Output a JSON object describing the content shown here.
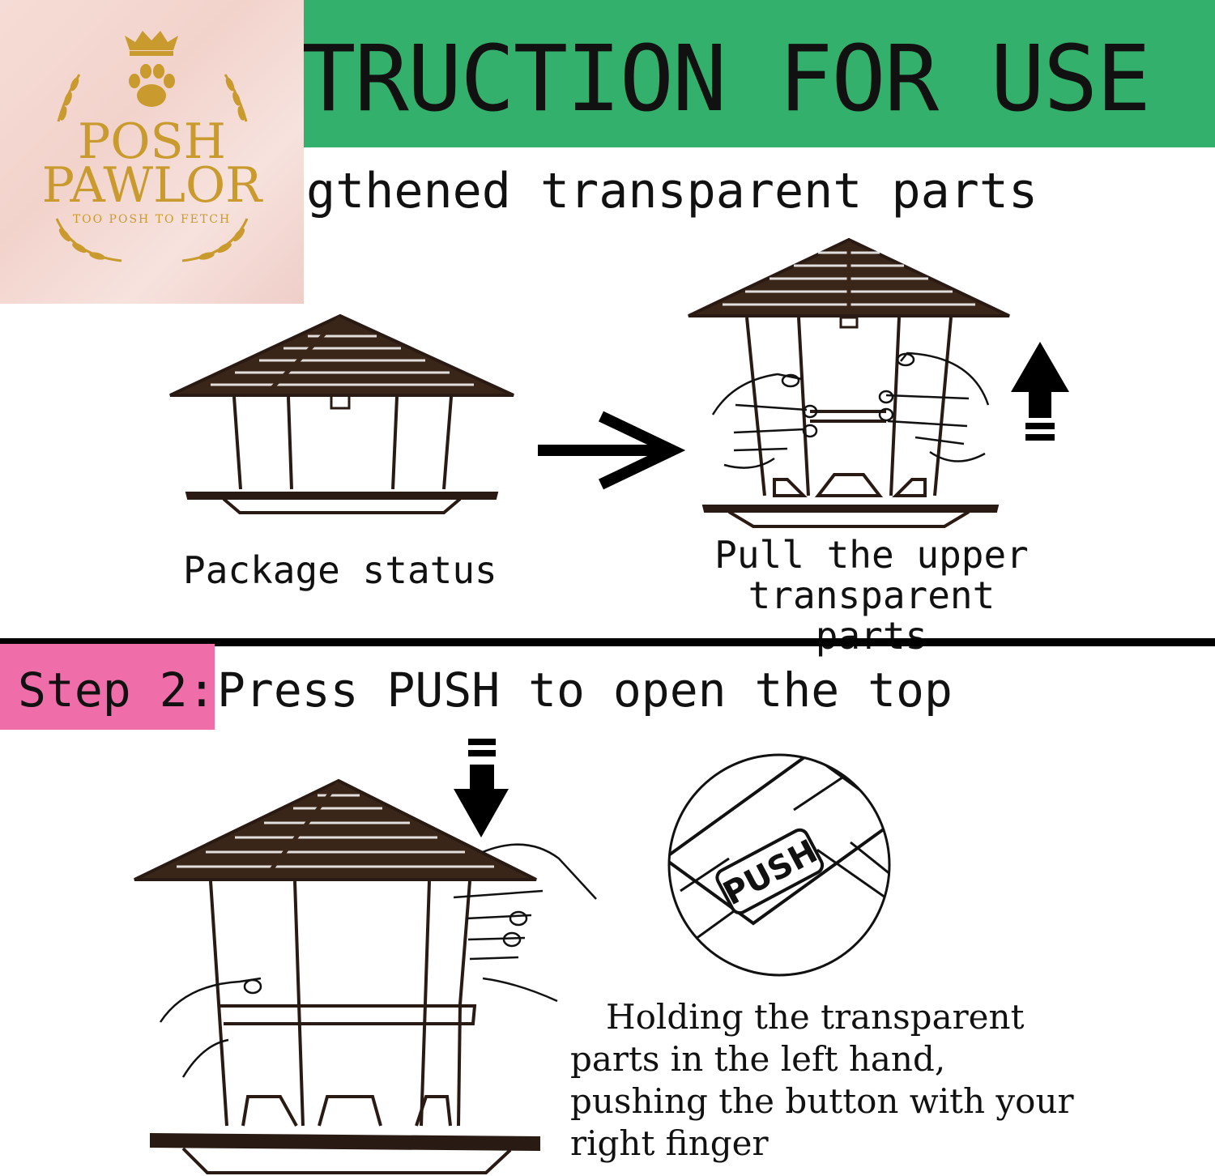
{
  "banner": {
    "title": "TRUCTION FOR USE",
    "color": "#33b06b"
  },
  "logo": {
    "line1": "POSH",
    "line2": "PAWLOR",
    "tagline": "TOO POSH TO FETCH",
    "color": "#c99a2e"
  },
  "step1": {
    "title": "gthened transparent parts",
    "caption_left": "Package status",
    "caption_right_line1": "Pull the upper",
    "caption_right_line2": "transparent parts"
  },
  "step2": {
    "label": "Step 2:",
    "title": "Press PUSH to open the top",
    "badge_color": "#ef6da8",
    "push_label": "PUSH",
    "instruction_lines": [
      "Holding the transparent",
      "parts in the left hand,",
      "pushing the button with your",
      "right finger"
    ]
  },
  "icons": [
    "crown-icon",
    "paw-icon",
    "laurel-icon",
    "right-arrow-icon",
    "up-arrow-icon",
    "down-arrow-icon"
  ]
}
